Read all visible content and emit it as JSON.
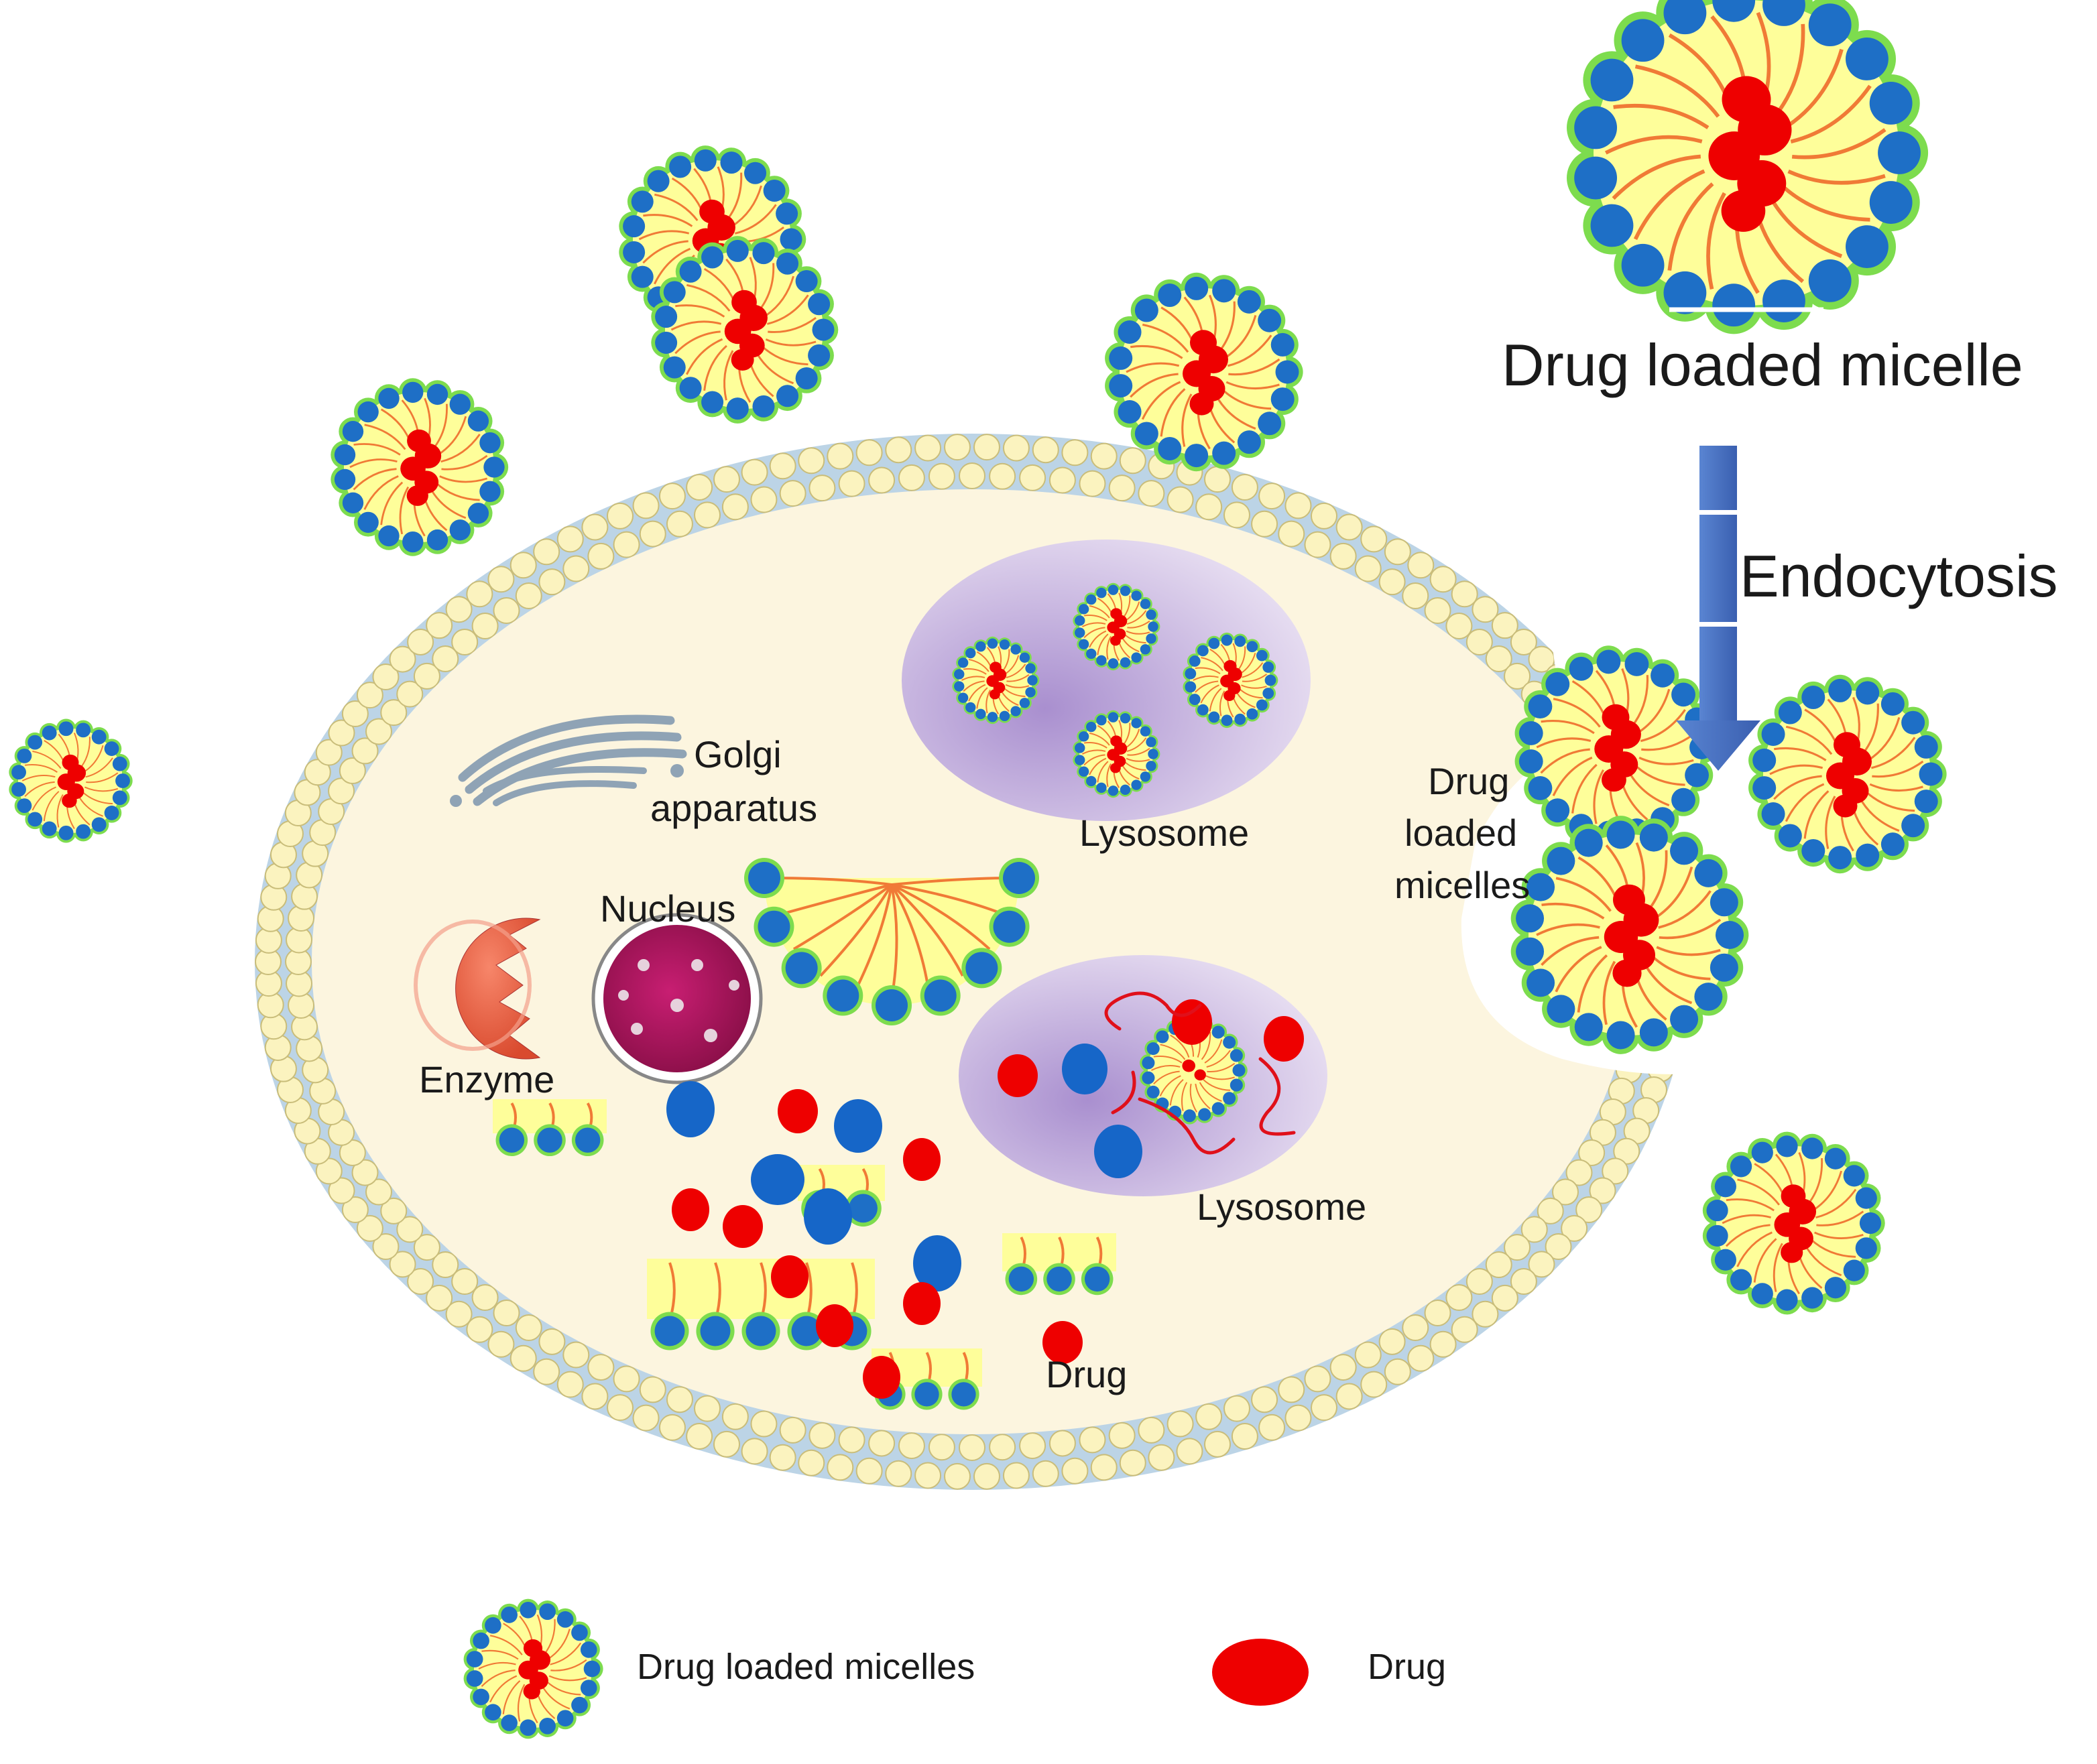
{
  "labels": {
    "title": "Drug loaded micelle",
    "endocytosis": "Endocytosis",
    "golgi_line1": "Golgi",
    "golgi_line2": "apparatus",
    "lysosome_top": "Lysosome",
    "lysosome_bottom": "Lysosome",
    "drug_loaded_line1": "Drug",
    "drug_loaded_line2": "loaded",
    "drug_loaded_line3": "micelles",
    "nucleus": "Nucleus",
    "enzyme": "Enzyme",
    "drug_inside": "Drug"
  },
  "legend": {
    "micelles_label": "Drug loaded micelles",
    "drug_label": "Drug"
  },
  "colors": {
    "membrane_head": "#fbf3bf",
    "membrane_stroke": "#c9bd7a",
    "membrane_band": "#bcd4e6",
    "cytoplasm": "#fcf5df",
    "micelle_core": "#fefe9a",
    "micelle_head": "#1e6fc6",
    "micelle_rim": "#7ddc4e",
    "tail": "#f07a36",
    "drug": "#ee0000",
    "blue_particle": "#1666c8",
    "lysosome": "#d8c8ea",
    "nucleus": "#b0155e",
    "enzyme": "#f0664a",
    "golgi": "#8fa3b5",
    "arrow": "#4a72c2"
  }
}
